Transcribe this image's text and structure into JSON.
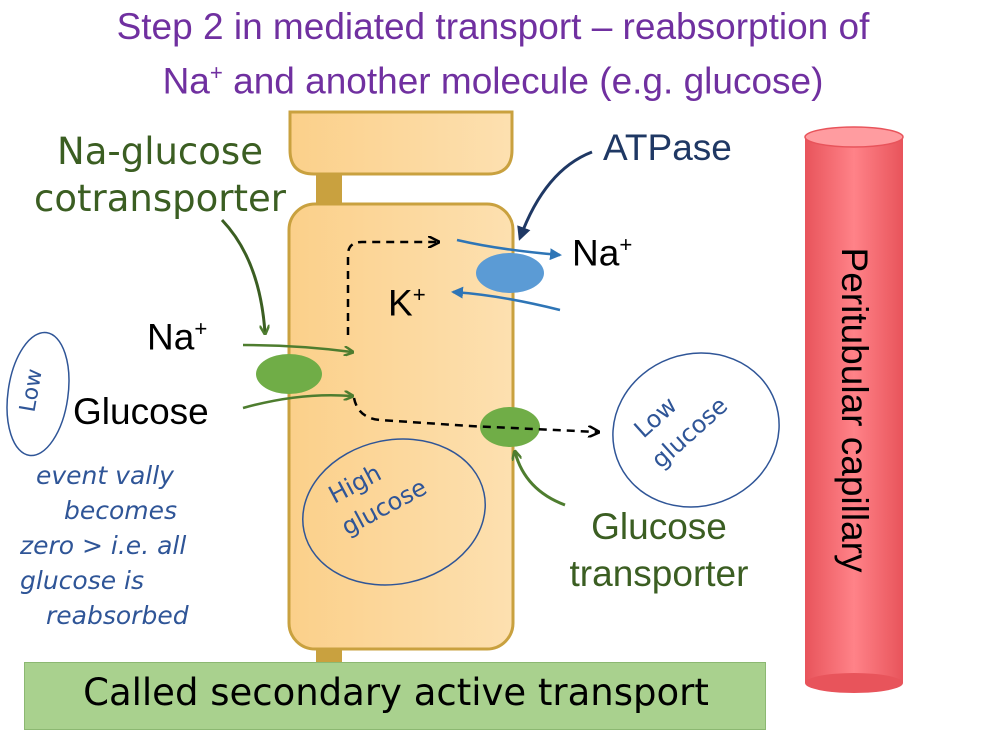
{
  "title": {
    "line1": "Step 2 in mediated transport – reabsorption of",
    "line2_prefix": "Na",
    "line2_sup": "+",
    "line2_rest": " and another molecule (e.g. glucose)"
  },
  "labels": {
    "cotransporter_line1": "Na-glucose",
    "cotransporter_line2": "cotransporter",
    "atpase": "ATPase",
    "na_right": "Na",
    "na_right_sup": "+",
    "k": "K",
    "k_sup": "+",
    "na_left": "Na",
    "na_left_sup": "+",
    "glucose": "Glucose",
    "glucose_transporter_line1": "Glucose",
    "glucose_transporter_line2": "transporter",
    "capillary": "Peritubular capillary"
  },
  "handwriting": {
    "low_left": "Low",
    "note_line1": "event vally",
    "note_line2": "becomes",
    "note_line3": "zero > i.e. all",
    "note_line4": "glucose is",
    "note_line5": "reabsorbed",
    "high_line1": "High",
    "high_line2": "glucose",
    "low_right_line1": "Low",
    "low_right_line2": "glucose"
  },
  "banner": {
    "text": "Called secondary active transport"
  },
  "colors": {
    "title": "#7030a0",
    "green_label": "#3b5e22",
    "navy": "#1f3864",
    "blue_arrow": "#2e75b6",
    "handwriting": "#2f5597",
    "cell_fill": "#fcd59a",
    "cell_border": "#c9a13f",
    "capillary": "#f26a70",
    "banner": "#a9d18e"
  }
}
